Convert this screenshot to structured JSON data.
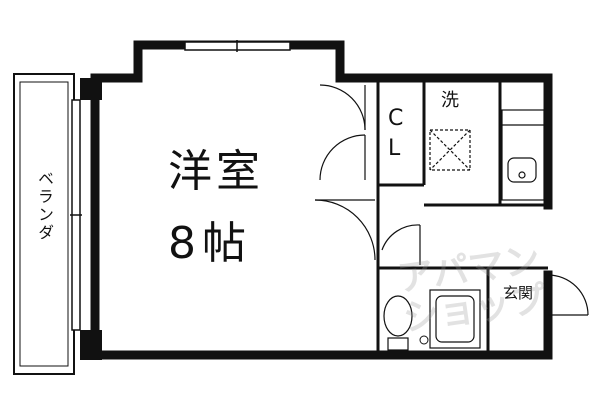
{
  "rooms": {
    "main_room": "洋室",
    "main_room_size": "8帖",
    "closet_c": "C",
    "closet_l": "L",
    "laundry": "洗",
    "entrance": "玄関",
    "veranda": "ベランダ"
  },
  "watermark": {
    "line1": "アパマン",
    "line2": "ショップ"
  },
  "colors": {
    "wall": "#111111",
    "background": "#ffffff",
    "watermark": "#bbbbbb"
  }
}
